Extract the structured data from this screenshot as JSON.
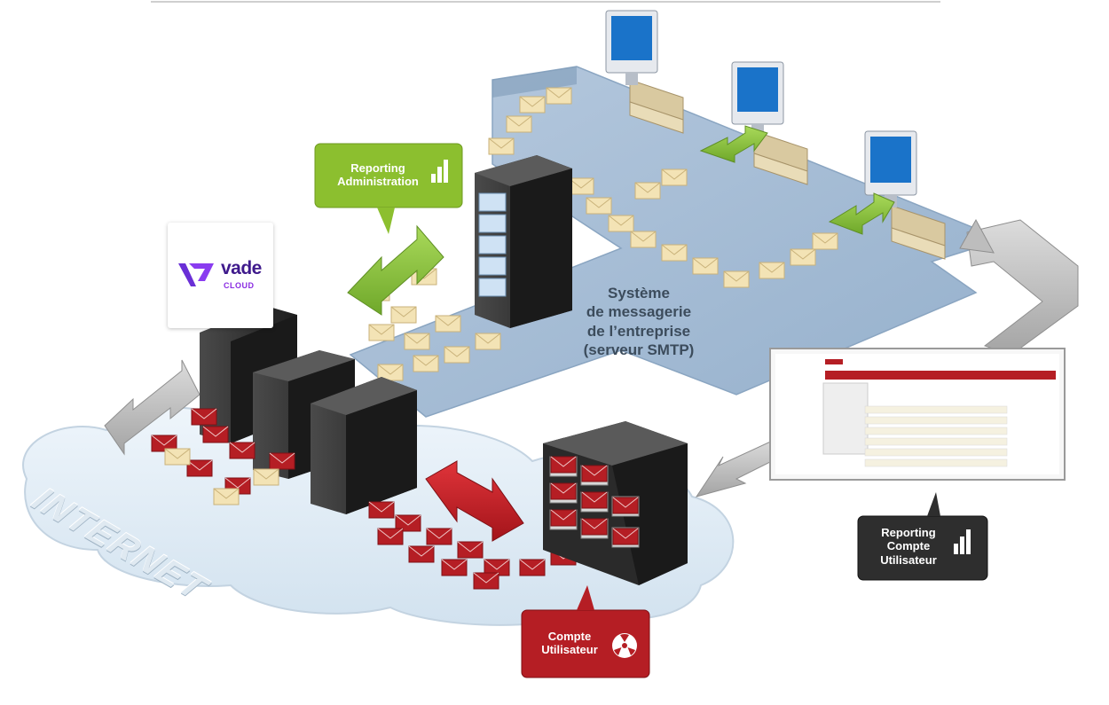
{
  "callouts": {
    "reporting_admin": {
      "line1": "Reporting",
      "line2": "Administration",
      "color": "#8cbf2f"
    },
    "reporting_user": {
      "line1": "Reporting",
      "line2": "Compte",
      "line3": "Utilisateur",
      "color": "#2e2e2e"
    },
    "compte_user": {
      "line1": "Compte",
      "line2": "Utilisateur",
      "color": "#b51e24"
    }
  },
  "smtp_system": {
    "line1": "Système",
    "line2": "de messagerie",
    "line3": "de l’entreprise",
    "line4": "(serveur SMTP)"
  },
  "vade_logo": {
    "word": "vade",
    "sub": "CLOUD",
    "color": "#6a2fd6"
  },
  "cloud_label": "INTERNET",
  "icons": [
    "bar-chart-icon",
    "radiation-icon",
    "envelope-icon",
    "computer-monitor-icon",
    "server-rack-icon"
  ],
  "colors": {
    "floor": "#a9bfd7",
    "green_arrow": "#8cc63f",
    "red_arrow": "#c4161c",
    "grey_arrow": "#b9b9b9",
    "envelope": "#f3e3b5",
    "spam_envelope": "#b51e24",
    "monitor_screen": "#1a73c9"
  }
}
